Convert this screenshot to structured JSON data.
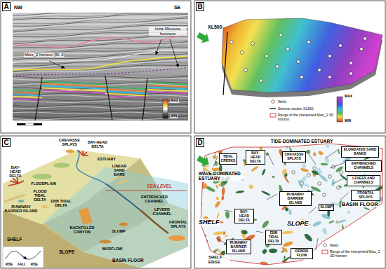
{
  "diagram": {
    "nodes": [
      {
        "text": [
          "A"
        ]
      },
      {
        "text": [
          "B"
        ]
      },
      {
        "text": [
          "C"
        ]
      },
      {
        "text": [
          "D"
        ]
      },
      {
        "text": [
          "TIDAL CREEKS"
        ]
      },
      {
        "text": [
          "BAY-HEAD DELTA"
        ]
      },
      {
        "text": [
          "CREVASSE SPLAYS"
        ]
      },
      {
        "text": [
          "ELONGATED SAND BANKS"
        ]
      },
      {
        "text": [
          "ENTRENCHED CHANNELS"
        ]
      },
      {
        "text": [
          "LEVEES AND CHANNELS"
        ]
      },
      {
        "text": [
          "RUNAWAY BARRIER ISLAND"
        ]
      },
      {
        "text": [
          "FRONTAL SPLAYS"
        ]
      },
      {
        "text": [
          "SLUMP"
        ]
      },
      {
        "text": [
          "BAY-HEAD DELTA"
        ]
      },
      {
        "text": [
          "EBB TIDAL DELTA"
        ]
      },
      {
        "text": [
          "RUNAWAY BARRIER ISLAND"
        ]
      },
      {
        "text": [
          "DEBRIS FLOW"
        ]
      }
    ],
    "labels": [
      "NW",
      "SE",
      "Intra-Miocene horizons",
      "Mioc_2 horizon [M. 0]",
      "MAX",
      "MIN",
      "XL500",
      "MAX",
      "MIN",
      "CREVASSE SPLAYS",
      "BAY-HEAD DELTA",
      "ESTUARY",
      "LINEAR SAND BARS",
      "BAY-HEAD DELTA",
      "FLOODPLAIN",
      "SEA LEVEL",
      "FLOOD TIDAL DELTA",
      "EBB TIDAL DELTA",
      "RUNAWAY BARRIER ISLAND",
      "ENTRENCHED CHANNEL",
      "LEVEED CHANNEL",
      "FRONTAL SPLAYS",
      "BACKFILLED CANYON",
      "SLUMP",
      "MUDFLOW",
      "SHELF",
      "SLOPE",
      "BASIN FLOOR",
      "RISE",
      "FALL",
      "RISE",
      "TIDE-DOMINATED ESTUARY",
      "WAVE-DOMINATED ESTUARY",
      "BASIN FLOOR",
      "SHELF",
      "SLOPE",
      "SHELF EDGE"
    ],
    "legend": [
      {
        "text": "Wells"
      },
      {
        "text": "Seismic section XL500"
      },
      {
        "text": "Range of the interpreted Mioc_2 3D horizon"
      },
      {
        "text": "Wells"
      },
      {
        "text": "Range of the interpreted Mioc_2 3D horizon"
      }
    ]
  }
}
